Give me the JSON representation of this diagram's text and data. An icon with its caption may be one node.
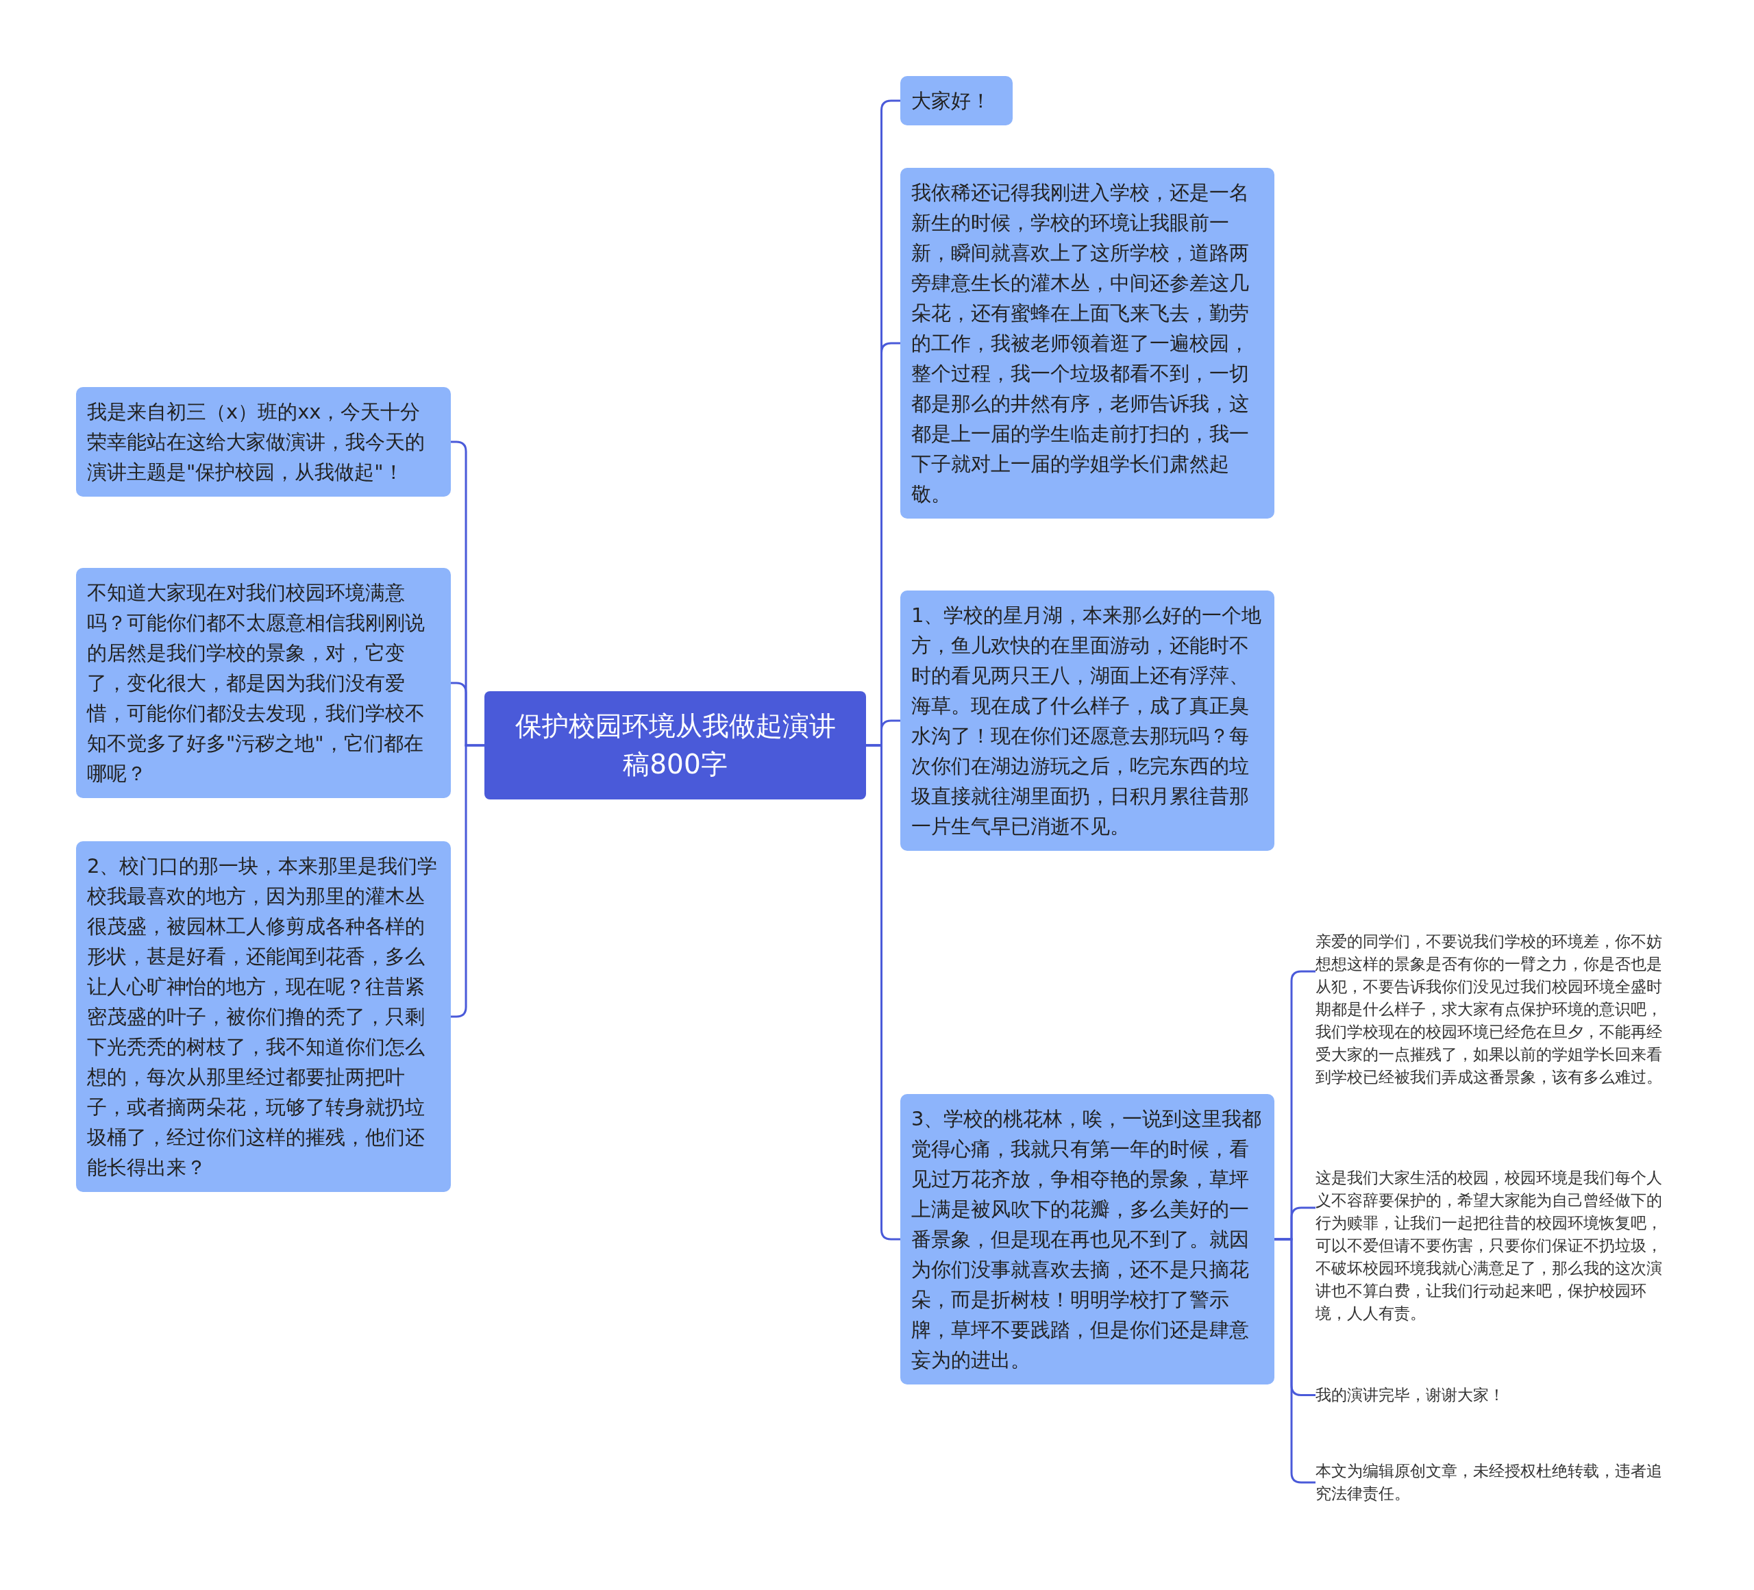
{
  "diagram": {
    "nodes": [
      {
        "text": [
          "保护校园环境从我做起演讲稿800字"
        ]
      },
      {
        "text": [
          "我是来自初三（x）班的xx，今天十分荣幸能站在这给大家做演讲，我今天的演讲主题是\"保护校园，从我做起\"！"
        ]
      },
      {
        "text": [
          "不知道大家现在对我们校园环境满意吗？可能你们都不太愿意相信我刚刚说的居然是我们学校的景象，对，它变了，变化很大，都是因为我们没有爱惜，可能你们都没去发现，我们学校不知不觉多了好多\"污秽之地\"，它们都在哪呢？"
        ]
      },
      {
        "text": [
          "2、校门口的那一块，本来那里是我们学校我最喜欢的地方，因为那里的灌木丛很茂盛，被园林工人修剪成各种各样的形状，甚是好看，还能闻到花香，多么让人心旷神怡的地方，现在呢？往昔紧密茂盛的叶子，被你们撸的秃了，只剩下光秃秃的树枝了，我不知道你们怎么想的，每次从那里经过都要扯两把叶子，或者摘两朵花，玩够了转身就扔垃圾桶了，经过你们这样的摧残，他们还能长得出来？"
        ]
      },
      {
        "text": [
          "大家好！"
        ]
      },
      {
        "text": [
          "我依稀还记得我刚进入学校，还是一名新生的时候，学校的环境让我眼前一新，瞬间就喜欢上了这所学校，道路两旁肆意生长的灌木丛，中间还参差这几朵花，还有蜜蜂在上面飞来飞去，勤劳的工作，我被老师领着逛了一遍校园，整个过程，我一个垃圾都看不到，一切都是那么的井然有序，老师告诉我，这都是上一届的学生临走前打扫的，我一下子就对上一届的学姐学长们肃然起敬。"
        ]
      },
      {
        "text": [
          "1、学校的星月湖，本来那么好的一个地方，鱼儿欢快的在里面游动，还能时不时的看见两只王八，湖面上还有浮萍、海草。现在成了什么样子，成了真正臭水沟了！现在你们还愿意去那玩吗？每次你们在湖边游玩之后，吃完东西的垃圾直接就往湖里面扔，日积月累往昔那一片生气早已消逝不见。"
        ]
      },
      {
        "text": [
          "3、学校的桃花林，唉，一说到这里我都觉得心痛，我就只有第一年的时候，看见过万花齐放，争相夺艳的景象，草坪上满是被风吹下的花瓣，多么美好的一番景象，但是现在再也见不到了。就因为你们没事就喜欢去摘，还不是只摘花朵，而是折树枝！明明学校打了警示牌，草坪不要践踏，但是你们还是肆意妄为的进出。"
        ]
      },
      {
        "text": [
          "亲爱的同学们，不要说我们学校的环境差，你不妨想想这样的景象是否有你的一臂之力，你是否也是从犯，不要告诉我你们没见过我们校园环境全盛时期都是什么样子，求大家有点保护环境的意识吧，我们学校现在的校园环境已经危在旦夕，不能再经受大家的一点摧残了，如果以前的学姐学长回来看到学校已经被我们弄成这番景象，该有多么难过。"
        ]
      },
      {
        "text": [
          "这是我们大家生活的校园，校园环境是我们每个人义不容辞要保护的，希望大家能为自己曾经做下的行为赎罪，让我们一起把往昔的校园环境恢复吧，可以不爱但请不要伤害，只要你们保证不扔垃圾，不破坏校园环境我就心满意足了，那么我的这次演讲也不算白费，让我们行动起来吧，保护校园环境，人人有责。"
        ]
      },
      {
        "text": [
          "我的演讲完毕，谢谢大家！"
        ]
      },
      {
        "text": [
          "本文为编辑原创文章，未经授权杜绝转载，违者追究法律责任。"
        ]
      }
    ],
    "edges": [
      {
        "from": 0,
        "to": 1,
        "arrow": "none"
      },
      {
        "from": 0,
        "to": 2,
        "arrow": "none"
      },
      {
        "from": 0,
        "to": 3,
        "arrow": "none"
      },
      {
        "from": 0,
        "to": 4,
        "arrow": "none"
      },
      {
        "from": 0,
        "to": 5,
        "arrow": "none"
      },
      {
        "from": 0,
        "to": 6,
        "arrow": "none"
      },
      {
        "from": 0,
        "to": 7,
        "arrow": "none"
      },
      {
        "from": 7,
        "to": 8,
        "arrow": "none"
      },
      {
        "from": 7,
        "to": 9,
        "arrow": "none"
      },
      {
        "from": 7,
        "to": 10,
        "arrow": "none"
      },
      {
        "from": 7,
        "to": 11,
        "arrow": "none"
      }
    ]
  }
}
